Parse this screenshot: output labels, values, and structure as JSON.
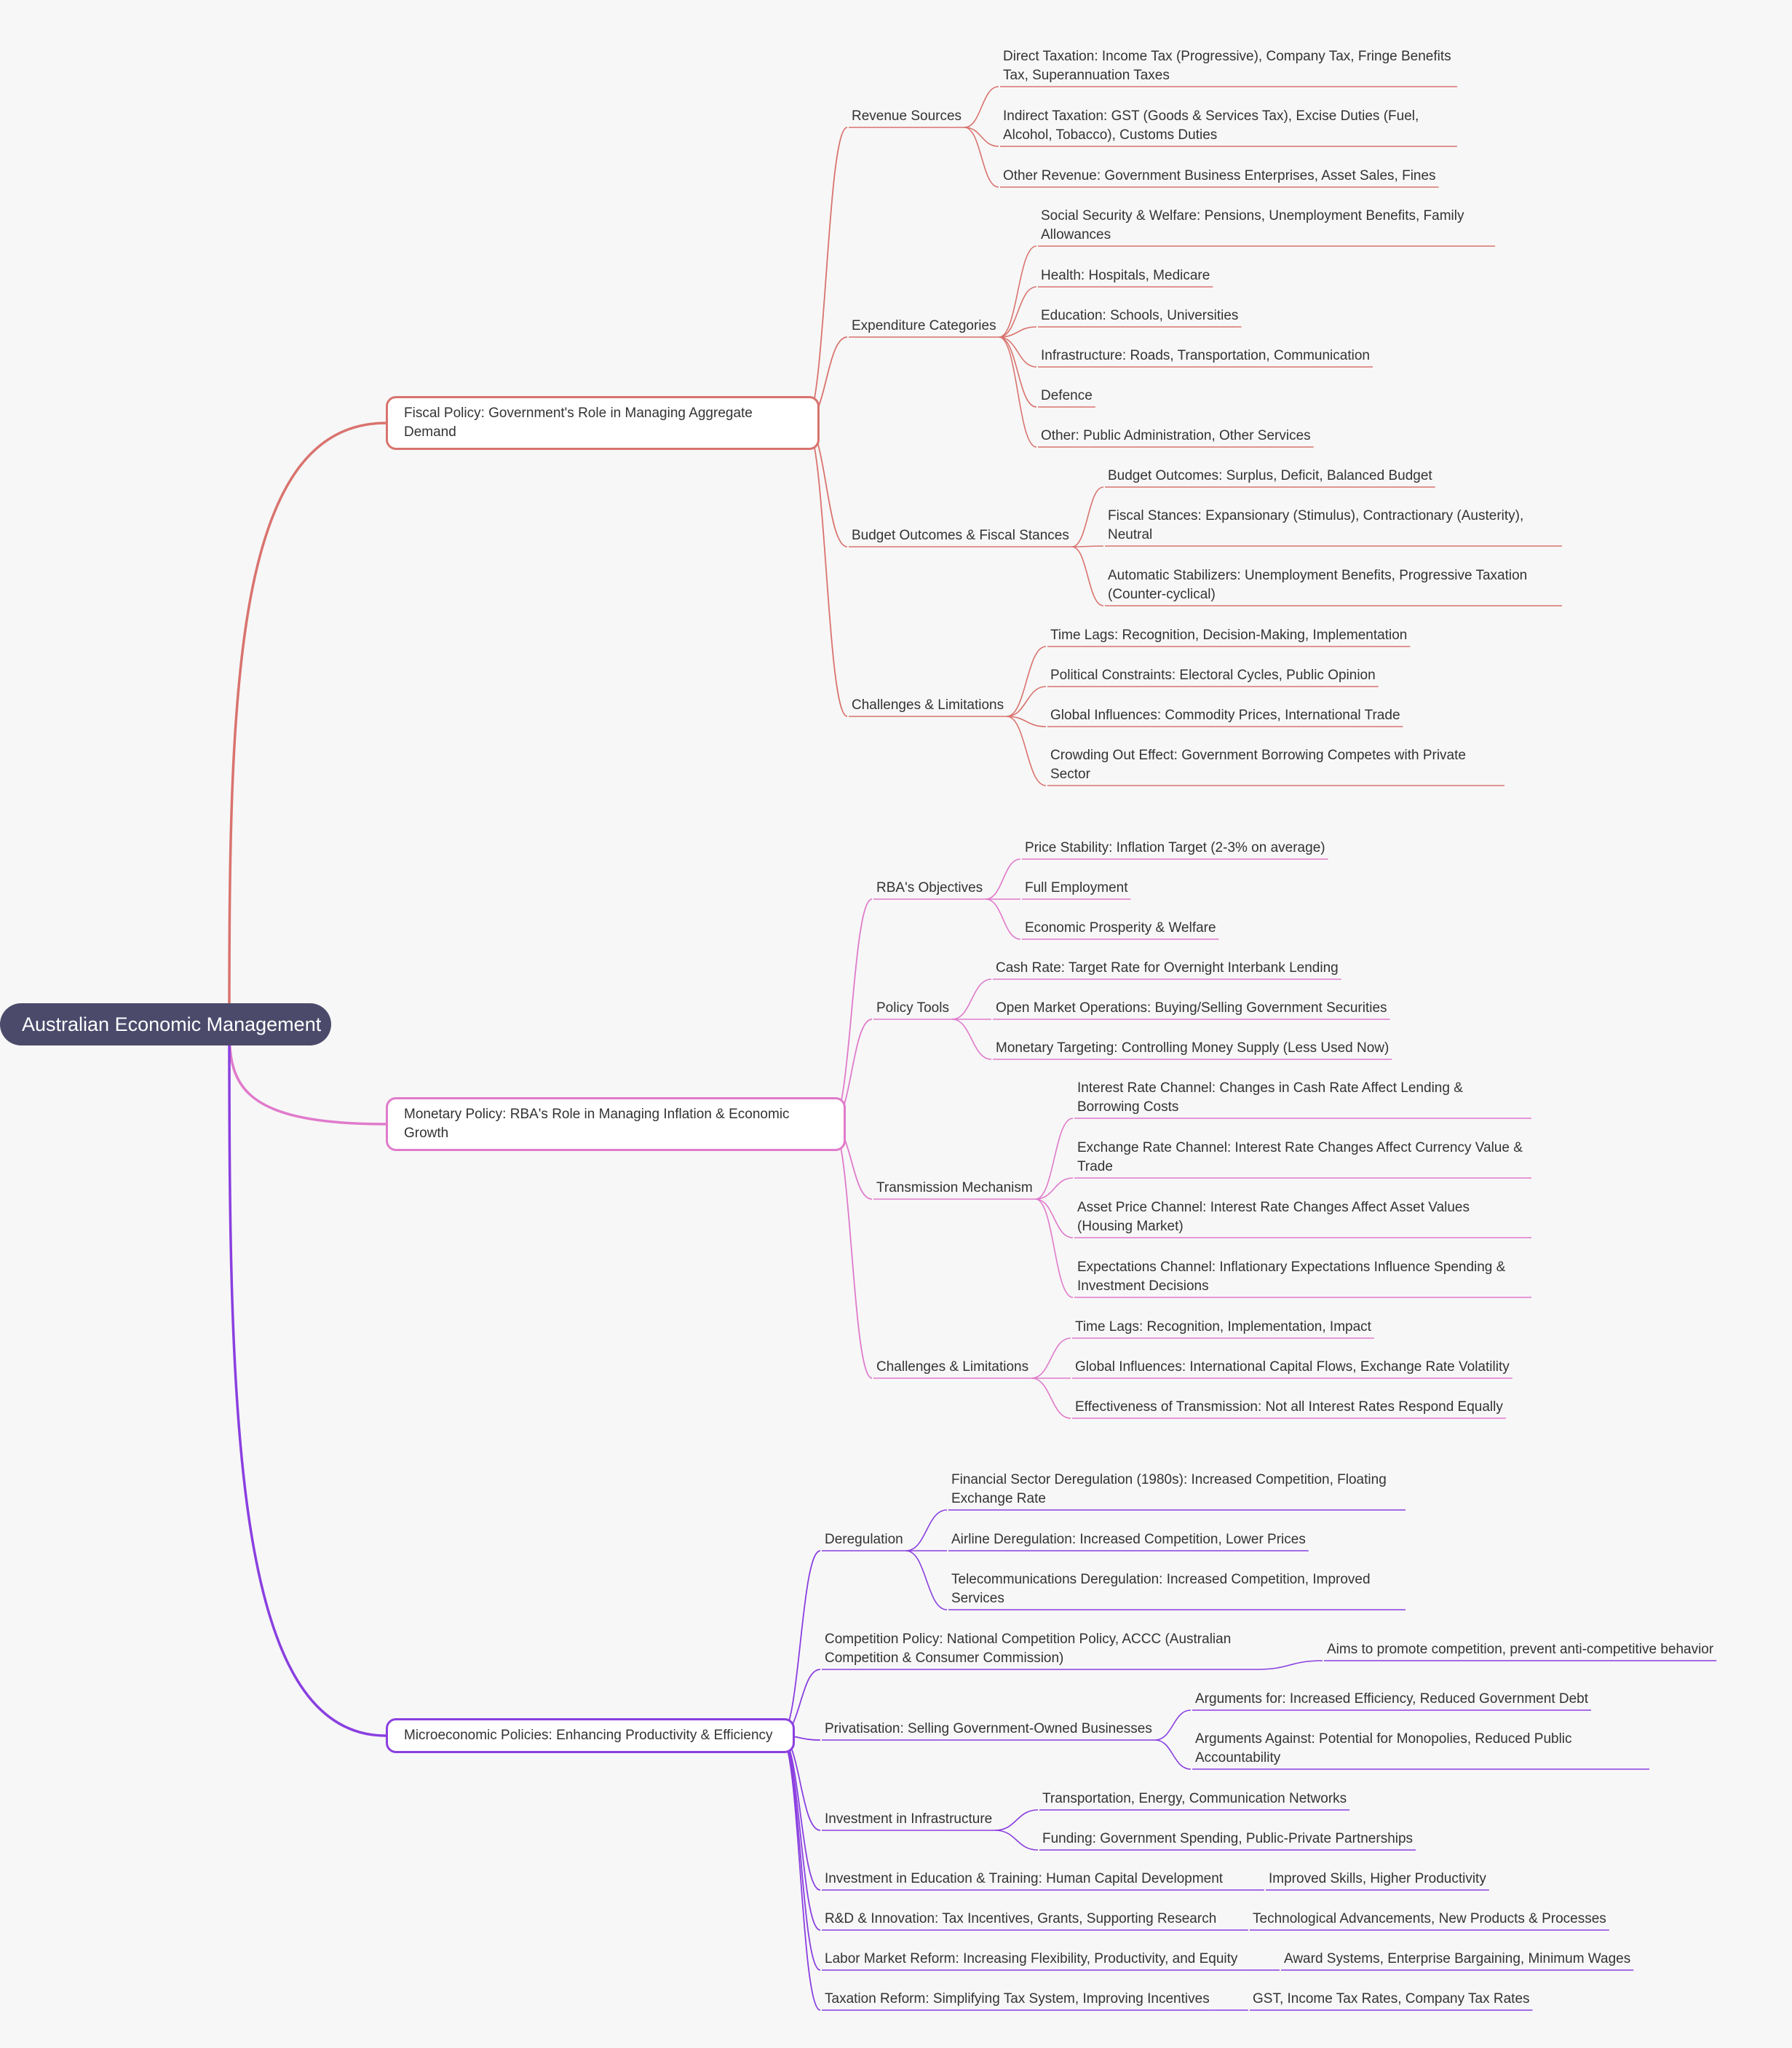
{
  "colors": {
    "fiscal": "#d9736e",
    "monetary": "#e07acb",
    "micro": "#8a3fe0",
    "root_bg": "#4b4a6b",
    "background": "#f7f7f7"
  },
  "root": {
    "label": "Australian Economic Management"
  },
  "fiscal": {
    "label": "Fiscal Policy: Government's Role in Managing Aggregate Demand",
    "revenue": {
      "label": "Revenue Sources",
      "items": [
        "Direct Taxation: Income Tax (Progressive), Company Tax, Fringe Benefits Tax, Superannuation Taxes",
        "Indirect Taxation: GST (Goods & Services Tax), Excise Duties (Fuel, Alcohol, Tobacco), Customs Duties",
        "Other Revenue: Government Business Enterprises, Asset Sales, Fines"
      ]
    },
    "expenditure": {
      "label": "Expenditure Categories",
      "items": [
        "Social Security & Welfare: Pensions, Unemployment Benefits, Family Allowances",
        "Health: Hospitals, Medicare",
        "Education: Schools, Universities",
        "Infrastructure: Roads, Transportation, Communication",
        "Defence",
        "Other: Public Administration, Other Services"
      ]
    },
    "budget": {
      "label": "Budget Outcomes & Fiscal Stances",
      "items": [
        "Budget Outcomes: Surplus, Deficit, Balanced Budget",
        "Fiscal Stances: Expansionary (Stimulus), Contractionary (Austerity), Neutral",
        "Automatic Stabilizers: Unemployment Benefits, Progressive Taxation (Counter-cyclical)"
      ]
    },
    "challenges": {
      "label": "Challenges & Limitations",
      "items": [
        "Time Lags: Recognition, Decision-Making, Implementation",
        "Political Constraints: Electoral Cycles, Public Opinion",
        "Global Influences: Commodity Prices, International Trade",
        "Crowding Out Effect: Government Borrowing Competes with Private Sector"
      ]
    }
  },
  "monetary": {
    "label": "Monetary Policy: RBA's Role in Managing Inflation & Economic Growth",
    "objectives": {
      "label": "RBA's Objectives",
      "items": [
        "Price Stability: Inflation Target (2-3% on average)",
        "Full Employment",
        "Economic Prosperity & Welfare"
      ]
    },
    "tools": {
      "label": "Policy Tools",
      "items": [
        "Cash Rate: Target Rate for Overnight Interbank Lending",
        "Open Market Operations: Buying/Selling Government Securities",
        "Monetary Targeting: Controlling Money Supply (Less Used Now)"
      ]
    },
    "transmission": {
      "label": "Transmission Mechanism",
      "items": [
        "Interest Rate Channel: Changes in Cash Rate Affect Lending & Borrowing Costs",
        "Exchange Rate Channel: Interest Rate Changes Affect Currency Value & Trade",
        "Asset Price Channel: Interest Rate Changes Affect Asset Values (Housing Market)",
        "Expectations Channel: Inflationary Expectations Influence Spending & Investment Decisions"
      ]
    },
    "challenges": {
      "label": "Challenges & Limitations",
      "items": [
        "Time Lags: Recognition, Implementation, Impact",
        "Global Influences: International Capital Flows, Exchange Rate Volatility",
        "Effectiveness of Transmission: Not all Interest Rates Respond Equally"
      ]
    }
  },
  "micro": {
    "label": "Microeconomic Policies: Enhancing Productivity & Efficiency",
    "deregulation": {
      "label": "Deregulation",
      "items": [
        "Financial Sector Deregulation (1980s): Increased Competition, Floating Exchange Rate",
        "Airline Deregulation: Increased Competition, Lower Prices",
        "Telecommunications Deregulation: Increased Competition, Improved Services"
      ]
    },
    "competition": {
      "label": "Competition Policy: National Competition Policy, ACCC (Australian Competition & Consumer Commission)",
      "items": [
        "Aims to promote competition, prevent anti-competitive behavior"
      ]
    },
    "privatisation": {
      "label": "Privatisation: Selling Government-Owned Businesses",
      "items": [
        "Arguments for: Increased Efficiency, Reduced Government Debt",
        "Arguments Against: Potential for Monopolies, Reduced Public Accountability"
      ]
    },
    "infrastructure": {
      "label": "Investment in Infrastructure",
      "items": [
        "Transportation, Energy, Communication Networks",
        "Funding: Government Spending, Public-Private Partnerships"
      ]
    },
    "education": {
      "label": "Investment in Education & Training: Human Capital Development",
      "items": [
        "Improved Skills, Higher Productivity"
      ]
    },
    "rd": {
      "label": "R&D & Innovation: Tax Incentives, Grants, Supporting Research",
      "items": [
        "Technological Advancements, New Products & Processes"
      ]
    },
    "labor": {
      "label": "Labor Market Reform: Increasing Flexibility, Productivity, and Equity",
      "items": [
        "Award Systems, Enterprise Bargaining, Minimum Wages"
      ]
    },
    "taxation": {
      "label": "Taxation Reform: Simplifying Tax System, Improving Incentives",
      "items": [
        "GST, Income Tax Rates, Company Tax Rates"
      ]
    }
  }
}
